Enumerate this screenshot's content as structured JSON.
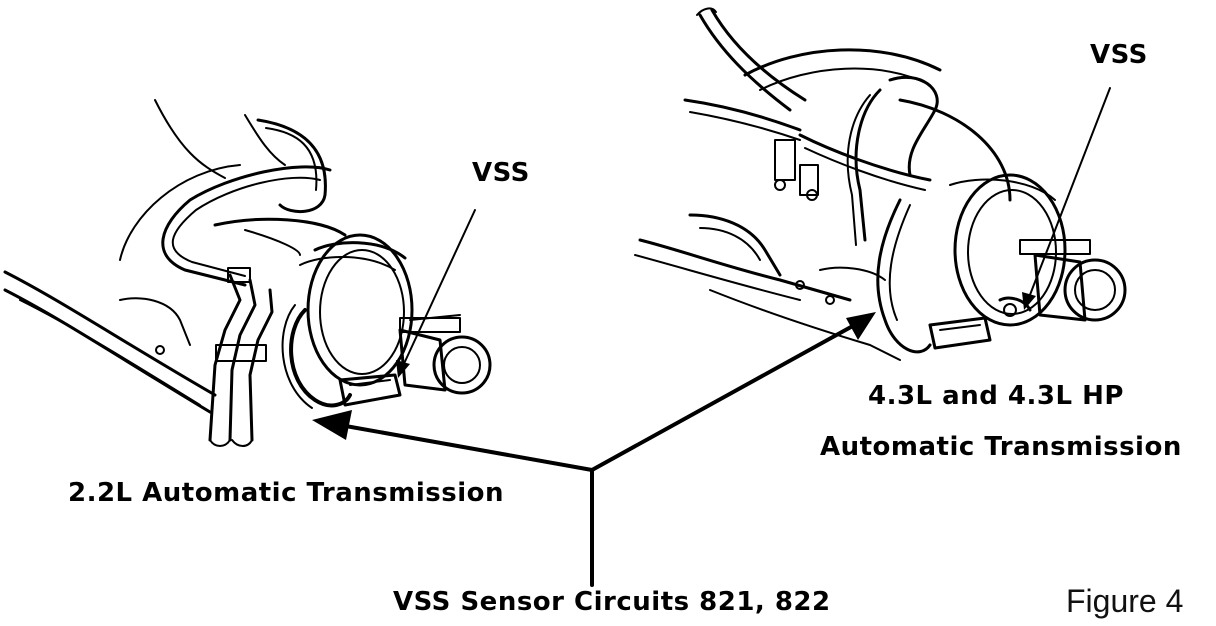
{
  "labels": {
    "vss_left": "VSS",
    "vss_right": "VSS",
    "left_transmission": "2.2L Automatic Transmission",
    "right_transmission_line1": "4.3L and 4.3L  HP",
    "right_transmission_line2": "Automatic Transmission",
    "circuits": "VSS Sensor Circuits 821, 822",
    "figure": "Figure 4"
  }
}
